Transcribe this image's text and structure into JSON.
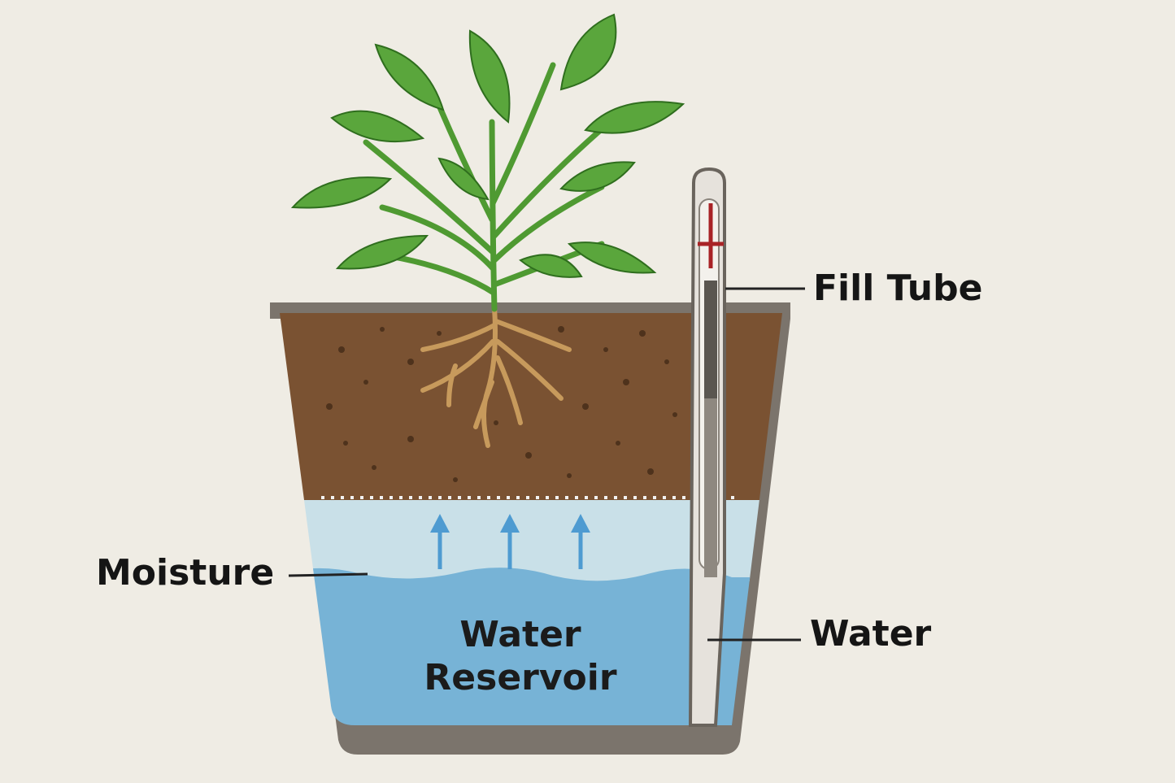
{
  "labels": {
    "fill_tube": "Fill Tube",
    "moisture": "Moisture",
    "water": "Water",
    "reservoir_line1": "Water",
    "reservoir_line2": "Reservoir"
  },
  "colors": {
    "background": "#efece4",
    "pot": "#7b746c",
    "soil": "#7a5232",
    "moisture": "#c9e0e8",
    "water": "#77b3d6",
    "leaf": "#5aa63c",
    "root": "#c79a5c",
    "arrow": "#4e9bd1",
    "tube_marker": "#a82326"
  }
}
